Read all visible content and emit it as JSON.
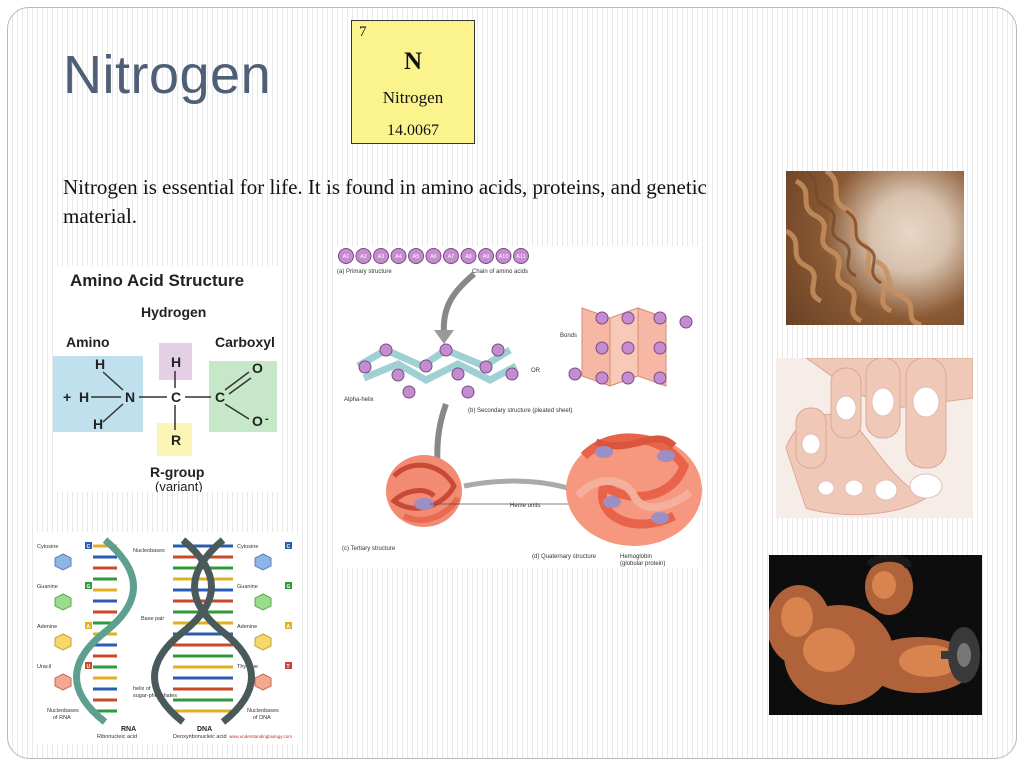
{
  "slide": {
    "title": "Nitrogen",
    "body": "Nitrogen is essential for life. It is found in amino acids, proteins, and genetic material."
  },
  "element": {
    "number": "7",
    "symbol": "N",
    "name": "Nitrogen",
    "mass": "14.0067"
  },
  "amino": {
    "title": "Amino Acid Structure",
    "hydrogen_label": "Hydrogen",
    "amino_label": "Amino",
    "carboxyl_label": "Carboxyl",
    "rgroup_label": "R-group",
    "variant_label": "(variant)",
    "plus": "+",
    "atoms": {
      "H": "H",
      "N": "N",
      "C": "C",
      "O": "O",
      "R": "R",
      "Ominus": "O"
    }
  },
  "protein": {
    "primary_label": "(a) Primary structure",
    "chain_label": "Chain of amino acids",
    "alpha_label": "Alpha-helix",
    "bonds_label": "Bonds",
    "or_label": "OR",
    "secondary_label": "(b) Secondary structure (pleated sheet)",
    "heme_label": "Heme units",
    "tertiary_label": "(c) Tertiary structure",
    "quaternary_label": "(d) Quaternary structure",
    "hemoglobin_label": "Hemoglobin",
    "globular_label": "(globular protein)",
    "chain": [
      "A1",
      "A2",
      "A3",
      "A4",
      "A5",
      "A6",
      "A7",
      "A8",
      "A9",
      "A10",
      "A11"
    ]
  },
  "dna": {
    "cytosine": "Cytosine",
    "guanine": "Guanine",
    "adenine": "Adenine",
    "uracil": "Uracil",
    "thymine": "Thymine",
    "nucleobases": "Nucleobases",
    "base_pair": "Base pair",
    "helix_label_1": "helix of",
    "helix_label_2": "sugar-phosphates",
    "nuc_rna_1": "Nucleobases",
    "nuc_rna_2": "of RNA",
    "nuc_dna_1": "Nucleobases",
    "nuc_dna_2": "of DNA",
    "rna": "RNA",
    "rna_full": "Ribonucleic acid",
    "dna": "DNA",
    "dna_full": "Deoxyribonucleic acid",
    "credit": "www.understandingbiology.com",
    "codes": {
      "C": "C",
      "G": "G",
      "A": "A",
      "U": "U",
      "T": "T"
    }
  }
}
